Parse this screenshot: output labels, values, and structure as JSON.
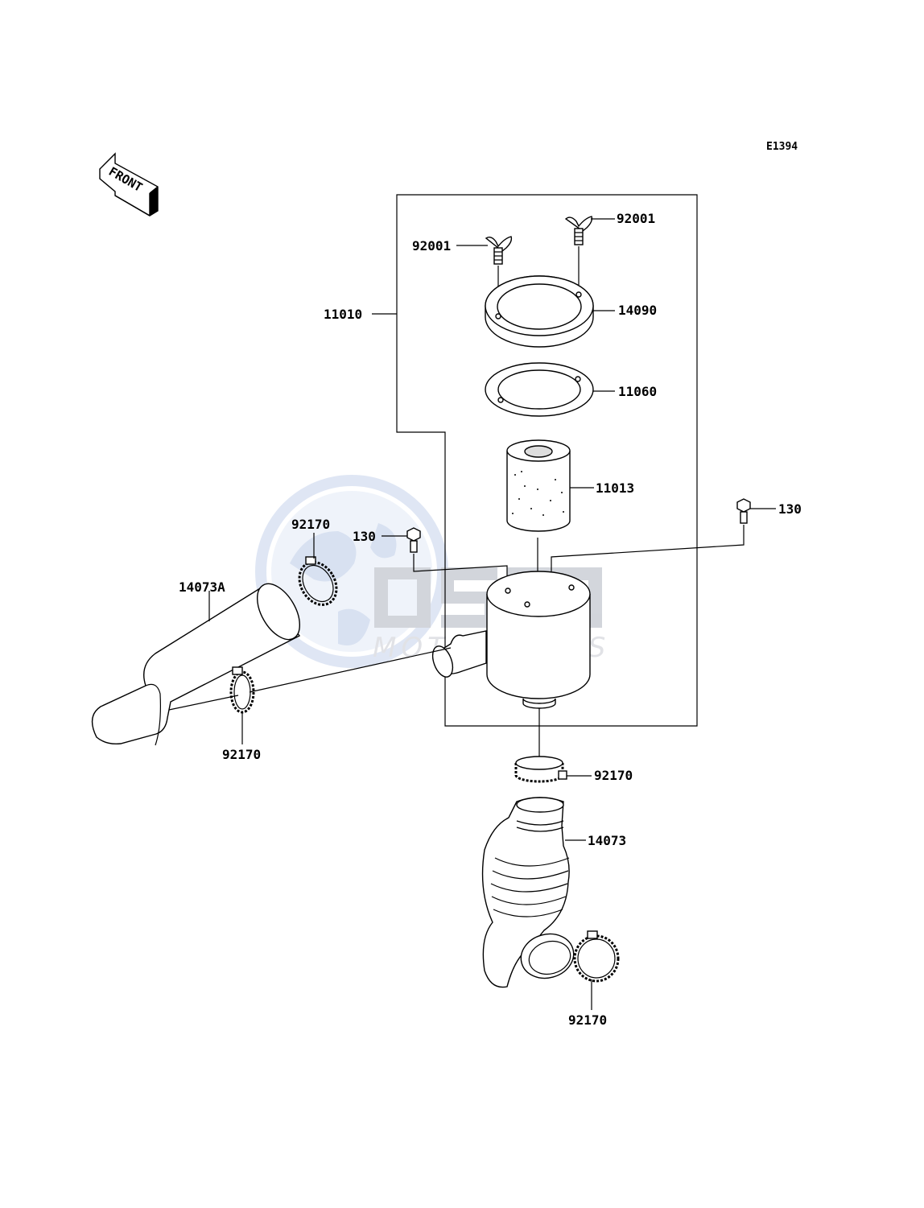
{
  "diagram": {
    "code": "E1394",
    "front_arrow_text": "FRONT",
    "watermark": {
      "logo": "OSM",
      "sub": "MOTORPARTS"
    },
    "callouts": [
      "92001",
      "92001",
      "11010",
      "14090",
      "11060",
      "11013",
      "130",
      "130",
      "92170",
      "14073A",
      "92170",
      "92170",
      "14073",
      "92170"
    ]
  }
}
